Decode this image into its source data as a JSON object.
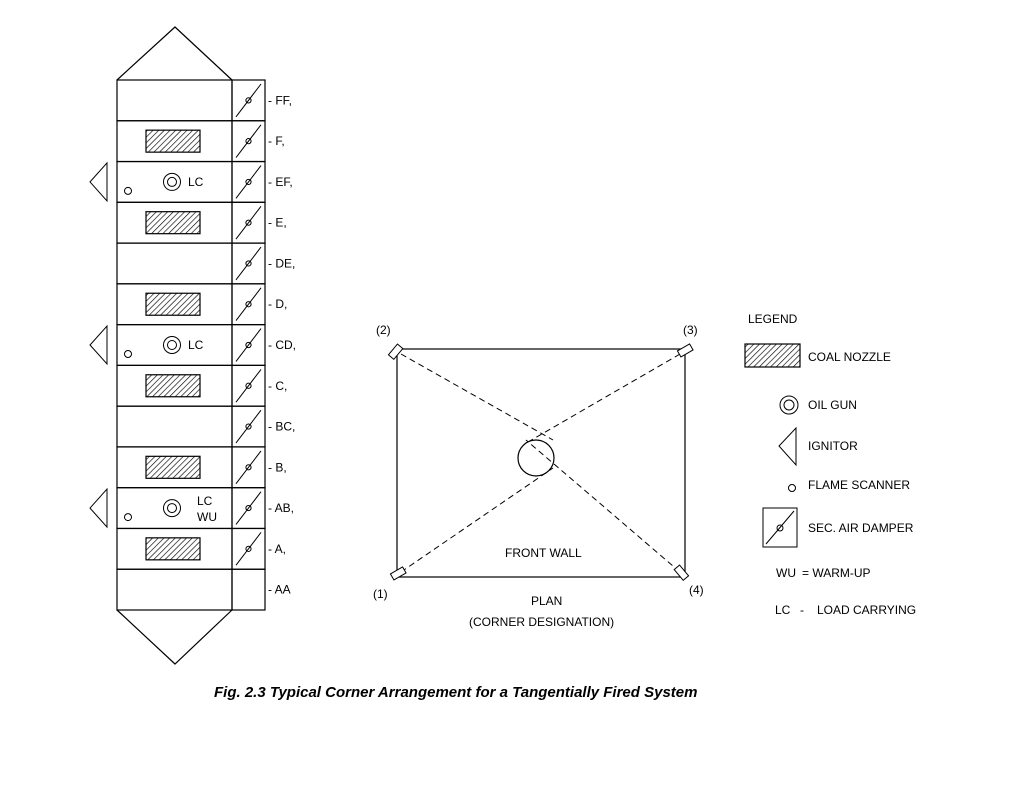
{
  "elevation": {
    "rows": [
      {
        "code": "- FF,",
        "coal": false,
        "oil": false,
        "ignitor": false,
        "scanner": false,
        "oil_labels": []
      },
      {
        "code": "- F,",
        "coal": true,
        "oil": false,
        "ignitor": false,
        "scanner": false,
        "oil_labels": []
      },
      {
        "code": "- EF,",
        "coal": false,
        "oil": true,
        "ignitor": true,
        "scanner": true,
        "oil_labels": [
          "LC"
        ]
      },
      {
        "code": "- E,",
        "coal": true,
        "oil": false,
        "ignitor": false,
        "scanner": false,
        "oil_labels": []
      },
      {
        "code": "- DE,",
        "coal": false,
        "oil": false,
        "ignitor": false,
        "scanner": false,
        "oil_labels": []
      },
      {
        "code": "- D,",
        "coal": true,
        "oil": false,
        "ignitor": false,
        "scanner": false,
        "oil_labels": []
      },
      {
        "code": "- CD,",
        "coal": false,
        "oil": true,
        "ignitor": true,
        "scanner": true,
        "oil_labels": [
          "LC"
        ]
      },
      {
        "code": "- C,",
        "coal": true,
        "oil": false,
        "ignitor": false,
        "scanner": false,
        "oil_labels": []
      },
      {
        "code": "- BC,",
        "coal": false,
        "oil": false,
        "ignitor": false,
        "scanner": false,
        "oil_labels": []
      },
      {
        "code": "- B,",
        "coal": true,
        "oil": false,
        "ignitor": false,
        "scanner": false,
        "oil_labels": []
      },
      {
        "code": "- AB,",
        "coal": false,
        "oil": true,
        "ignitor": true,
        "scanner": true,
        "oil_labels": [
          "LC",
          "WU"
        ]
      },
      {
        "code": "- A,",
        "coal": true,
        "oil": false,
        "ignitor": false,
        "scanner": false,
        "oil_labels": []
      },
      {
        "code": "- AA",
        "coal": false,
        "oil": false,
        "ignitor": false,
        "scanner": false,
        "oil_labels": [],
        "no_damper": true
      }
    ]
  },
  "plan": {
    "corners": {
      "c1": "(1)",
      "c2": "(2)",
      "c3": "(3)",
      "c4": "(4)"
    },
    "front_wall": "FRONT WALL",
    "plan_label": "PLAN",
    "plan_sublabel": "(CORNER DESIGNATION)"
  },
  "legend": {
    "title": "LEGEND",
    "coal_nozzle": "COAL NOZZLE",
    "oil_gun": "OIL GUN",
    "ignitor": "IGNITOR",
    "flame_scanner": "FLAME SCANNER",
    "sec_air_damper": "SEC. AIR DAMPER",
    "wu_code": "WU",
    "wu_text": "= WARM-UP",
    "lc_code": "LC",
    "lc_dash": "-",
    "lc_text": "LOAD CARRYING"
  },
  "caption": "Fig. 2.3  Typical Corner Arrangement for a Tangentially Fired System"
}
